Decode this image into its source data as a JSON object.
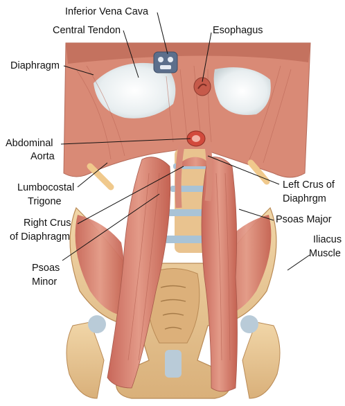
{
  "labels": {
    "inferior_vena_cava": "Inferior Vena Cava",
    "central_tendon": "Central Tendon",
    "esophagus": "Esophagus",
    "diaphragm": "Diaphragm",
    "abdominal_aorta_1": "Abdominal",
    "abdominal_aorta_2": "Aorta",
    "lumbocostal_1": "Lumbocostal",
    "lumbocostal_2": "Trigone",
    "left_crus_1": "Left Crus of",
    "left_crus_2": "Diaphrgm",
    "right_crus_1": "Right Crus",
    "right_crus_2": "of Diaphragm",
    "psoas_major": "Psoas Major",
    "iliacus_1": "Iliacus",
    "iliacus_2": "Muscle",
    "psoas_minor_1": "Psoas",
    "psoas_minor_2": "Minor"
  }
}
